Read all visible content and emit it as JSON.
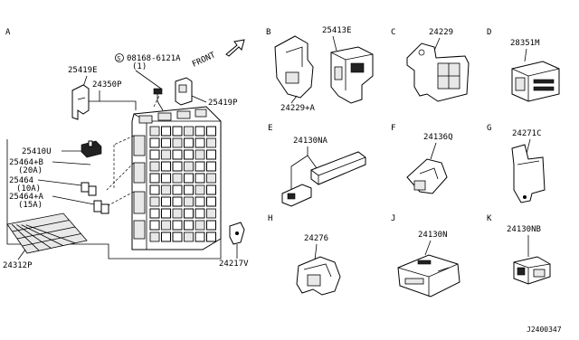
{
  "sections": [
    "A",
    "B",
    "C",
    "D",
    "E",
    "F",
    "G",
    "H",
    "J",
    "K"
  ],
  "labels": {
    "p25419E": "25419E",
    "p08168": "08168-6121A",
    "p08168_qty": "(1)",
    "front": "FRONT",
    "p24350P": "24350P",
    "p25419P": "25419P",
    "p25410U": "25410U",
    "p25464B": "25464+B",
    "p25464B_amp": "(20A)",
    "p25464": "25464",
    "p25464_amp": "(10A)",
    "p25464A": "25464+A",
    "p25464A_amp": "(15A)",
    "p24312P": "24312P",
    "p24217V": "24217V",
    "p25413E": "25413E",
    "p24229A": "24229+A",
    "p24229": "24229",
    "p28351M": "28351M",
    "p24130NA": "24130NA",
    "p24136Q": "24136Q",
    "p24271C": "24271C",
    "p24276": "24276",
    "p24130N": "24130N",
    "p24130NB": "24130NB",
    "s_symbol": "S",
    "diagram_code": "J2400347"
  }
}
